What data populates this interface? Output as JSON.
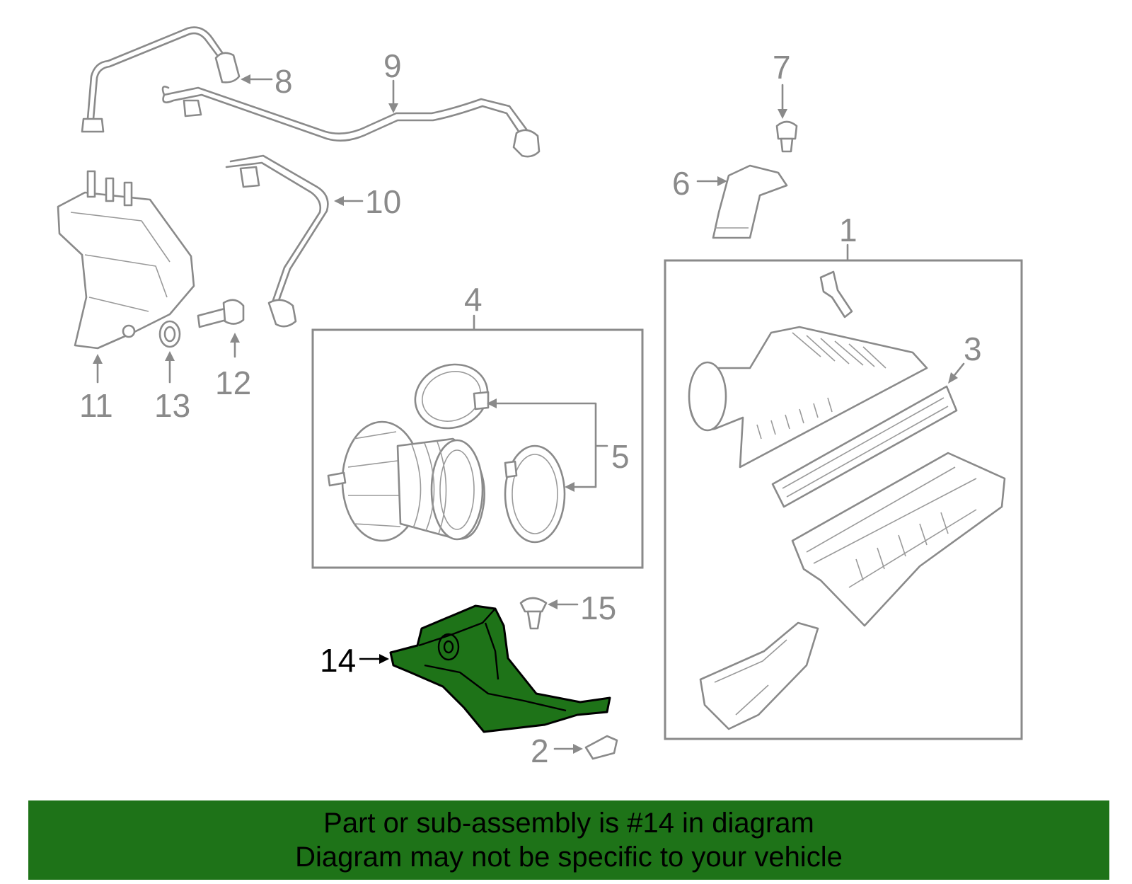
{
  "callouts": {
    "c1": "1",
    "c2": "2",
    "c3": "3",
    "c4": "4",
    "c5": "5",
    "c6": "6",
    "c7": "7",
    "c8": "8",
    "c9": "9",
    "c10": "10",
    "c11": "11",
    "c12": "12",
    "c13": "13",
    "c14": "14",
    "c15": "15"
  },
  "highlighted_part": "14",
  "banner": {
    "line1": "Part or sub-assembly is #14 in diagram",
    "line2": "Diagram may not be specific to your vehicle"
  },
  "colors": {
    "highlight": "#1e7318",
    "line_art": "#8a8a8a",
    "banner_background": "#1e7318",
    "banner_text": "#000000"
  }
}
